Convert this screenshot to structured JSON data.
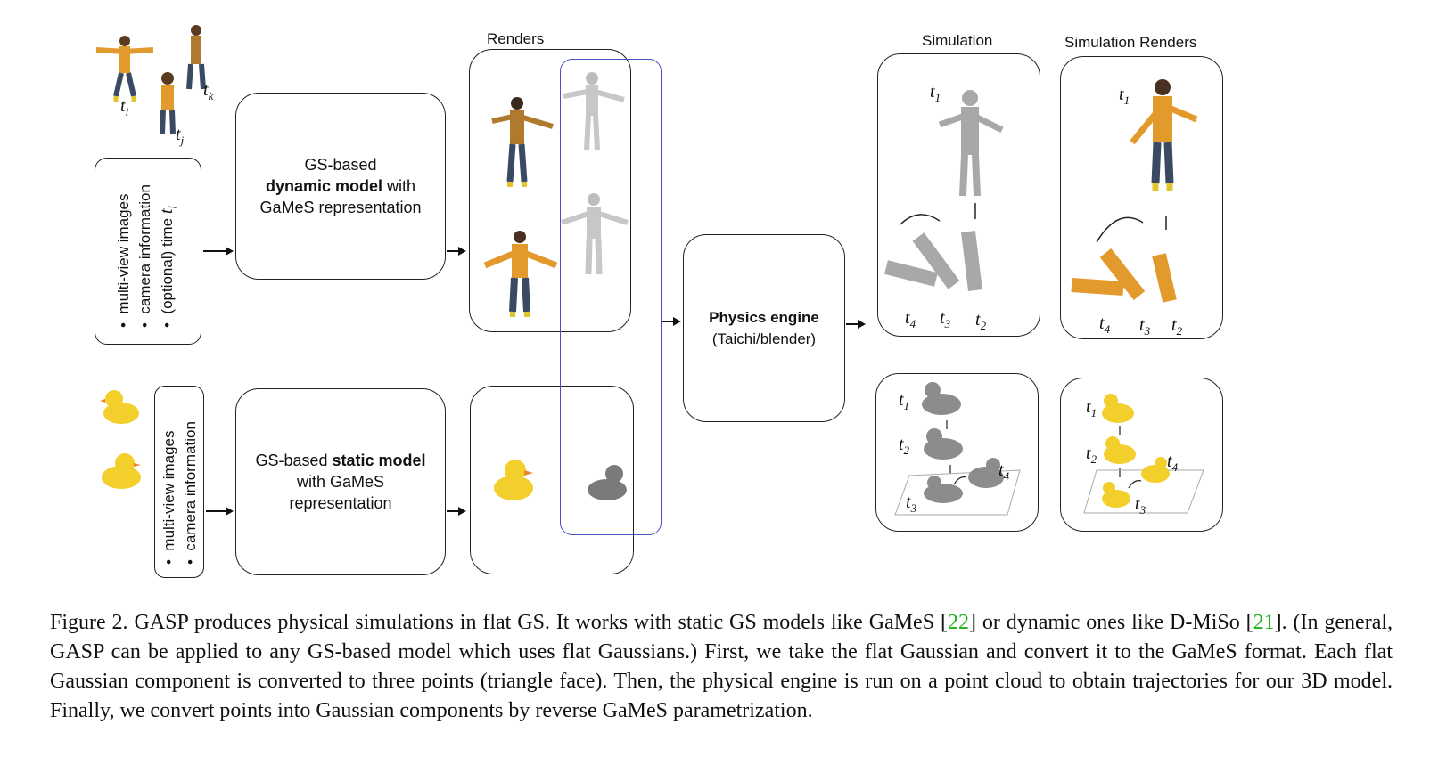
{
  "top_row": {
    "input_list": [
      "multi-view images",
      "camera information",
      "(optional) time "
    ],
    "input_time_symbol": "t",
    "input_time_sub": "i",
    "time_labels": [
      {
        "t": "t",
        "sub": "i"
      },
      {
        "t": "t",
        "sub": "j"
      },
      {
        "t": "t",
        "sub": "k"
      }
    ],
    "model_line1": "GS-based",
    "model_line2_bold": "dynamic model",
    "model_line2_rest": " with",
    "model_line3": "GaMeS representation"
  },
  "bottom_row": {
    "input_list": [
      "multi-view images",
      "camera information"
    ],
    "model_line1_a": "GS-based ",
    "model_line1_bold": "static model",
    "model_line2": "with GaMeS",
    "model_line3": "representation"
  },
  "renders_label": "Renders",
  "physics": {
    "title": "Physics engine",
    "subtitle": "(Taichi/blender)"
  },
  "simulation_label": "Simulation",
  "simulation_renders_label": "Simulation Renders",
  "sim_times": {
    "t1": {
      "t": "t",
      "sub": "1"
    },
    "t2": {
      "t": "t",
      "sub": "2"
    },
    "t3": {
      "t": "t",
      "sub": "3"
    },
    "t4": {
      "t": "t",
      "sub": "4"
    }
  },
  "caption": {
    "p1": "Figure 2.  GASP produces physical simulations in flat GS. It works with static GS models like GaMeS [",
    "ref1": "22",
    "p2": "] or dynamic ones like D-MiSo [",
    "ref2": "21",
    "p3": "]. (In general, GASP can be applied to any GS-based model which uses flat Gaussians.)  First, we take the flat Gaussian and convert it to the GaMeS format.  Each flat Gaussian component is converted to three points (triangle face).  Then, the physical engine is run on a point cloud to obtain trajectories for our 3D model.  Finally, we convert points into Gaussian components by reverse GaMeS parametrization."
  },
  "colors": {
    "highlight_box": "#4a4fc4",
    "ref_link": "#1bb31b",
    "sweater": "#e39a2d",
    "duck": "#f3cf2c",
    "gray_points": "#9a9a9a"
  }
}
